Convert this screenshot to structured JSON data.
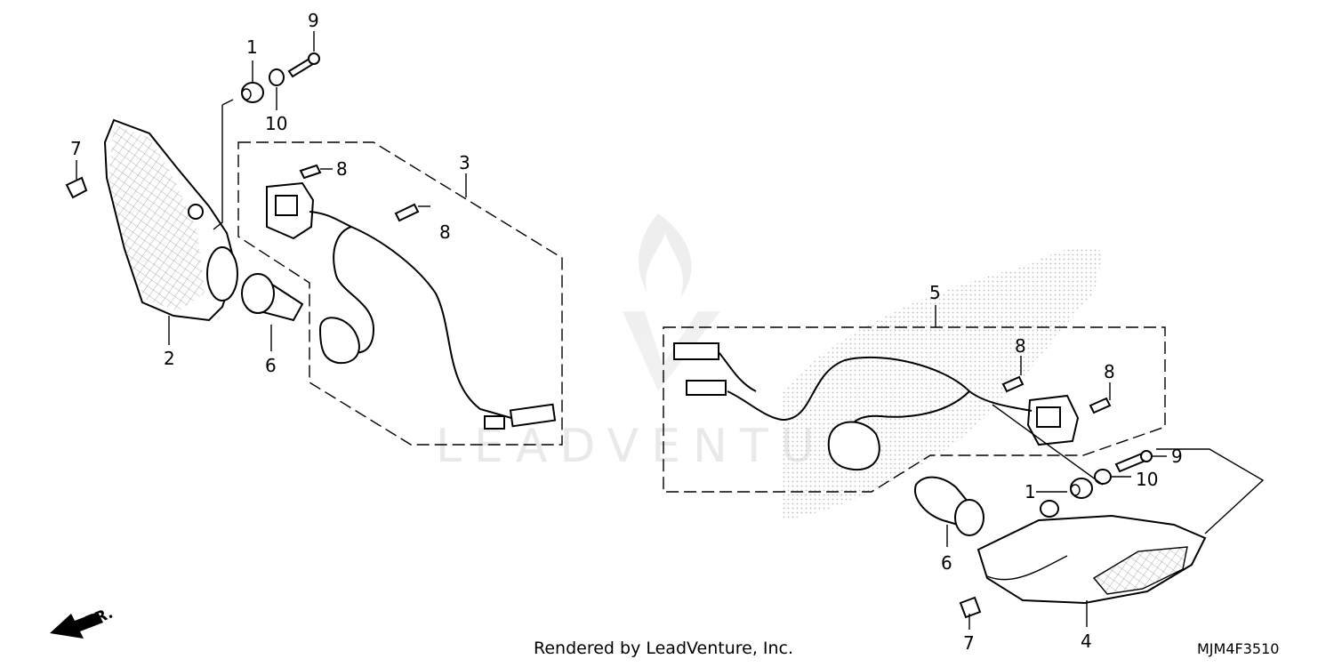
{
  "callouts": {
    "left_1": "1",
    "left_9": "9",
    "left_10": "10",
    "left_7": "7",
    "left_8a": "8",
    "left_8b": "8",
    "left_3": "3",
    "left_2": "2",
    "left_6": "6",
    "right_5": "5",
    "right_8a": "8",
    "right_8b": "8",
    "right_9": "9",
    "right_10": "10",
    "right_1": "1",
    "right_6": "6",
    "right_7": "7",
    "right_4": "4"
  },
  "front_indicator": "FR.",
  "watermark": "LEADVENTU",
  "footer": {
    "rendered_by": "Rendered by LeadVenture, Inc.",
    "diagram_code": "MJM4F3510"
  },
  "colors": {
    "line": "#000000",
    "background": "#ffffff",
    "stipple": "#bbbbbb"
  }
}
